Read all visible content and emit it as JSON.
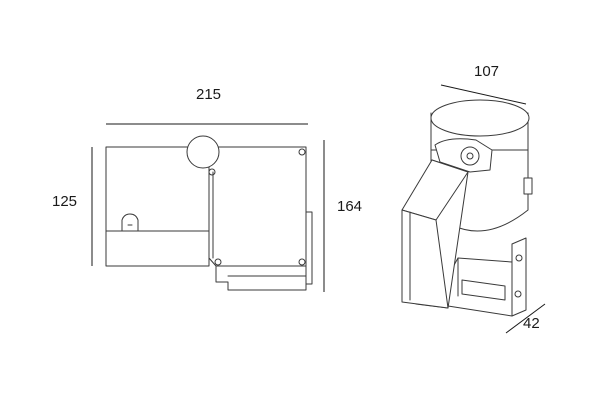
{
  "dimensions": {
    "width": "215",
    "height_body": "125",
    "height_total": "164",
    "diameter": "107",
    "depth": "42"
  },
  "colors": {
    "stroke": "#3a3a3a",
    "dim_line": "#1a1a1a",
    "background": "#ffffff"
  }
}
